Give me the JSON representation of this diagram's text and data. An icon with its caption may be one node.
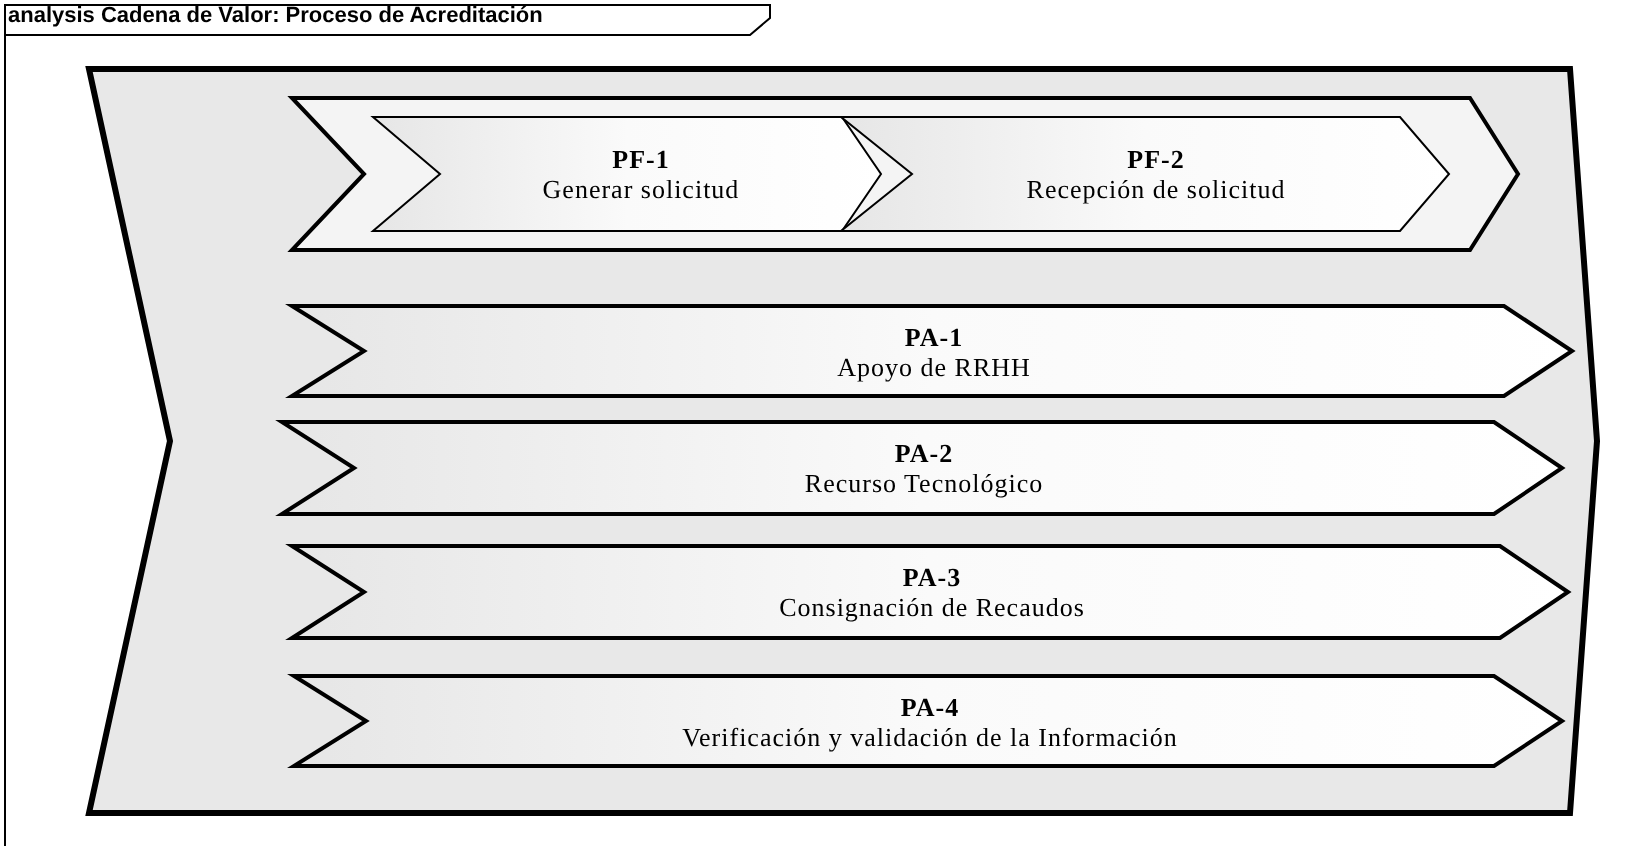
{
  "diagram": {
    "title": "analysis Cadena de Valor: Proceso de Acreditación",
    "nodes": [
      {
        "text": [],
        "shape": "chevron"
      },
      {
        "text": [],
        "shape": "chevron",
        "in": 0
      },
      {
        "text": [
          "PF-1",
          "Generar solicitud"
        ],
        "in": 1
      },
      {
        "text": [
          "PF-2",
          "Recepción de solicitud"
        ],
        "in": 1
      },
      {
        "text": [
          "PA-1",
          "Apoyo de RRHH"
        ],
        "in": 0
      },
      {
        "text": [
          "PA-2",
          "Recurso Tecnológico"
        ],
        "in": 0
      },
      {
        "text": [
          "PA-3",
          "Consignación de Recaudos"
        ],
        "in": 0
      },
      {
        "text": [
          "PA-4",
          "Verificación y validación de la Información"
        ],
        "in": 0
      }
    ]
  }
}
